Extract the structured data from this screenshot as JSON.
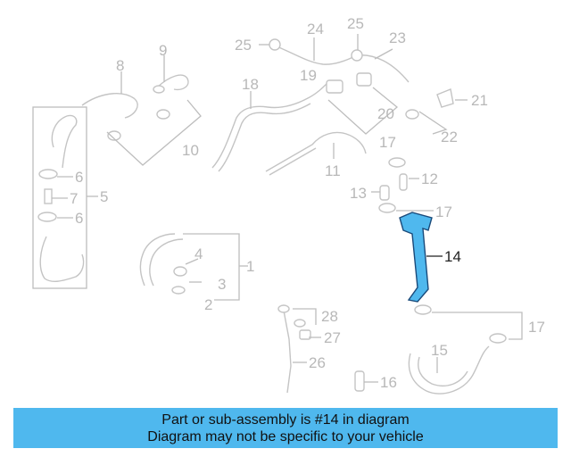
{
  "diagram": {
    "callouts": [
      "1",
      "2",
      "3",
      "4",
      "5",
      "6",
      "6",
      "7",
      "8",
      "9",
      "10",
      "11",
      "12",
      "13",
      "14",
      "15",
      "16",
      "17",
      "17",
      "17",
      "18",
      "19",
      "20",
      "21",
      "22",
      "23",
      "24",
      "25",
      "25",
      "26",
      "27",
      "28"
    ],
    "highlighted_part": "14",
    "highlight_color": "#4fb8ee"
  },
  "banner": {
    "line1": "Part or sub-assembly is #14 in diagram",
    "line2": "Diagram may not be specific to your vehicle",
    "background": "#4fb8ee"
  }
}
